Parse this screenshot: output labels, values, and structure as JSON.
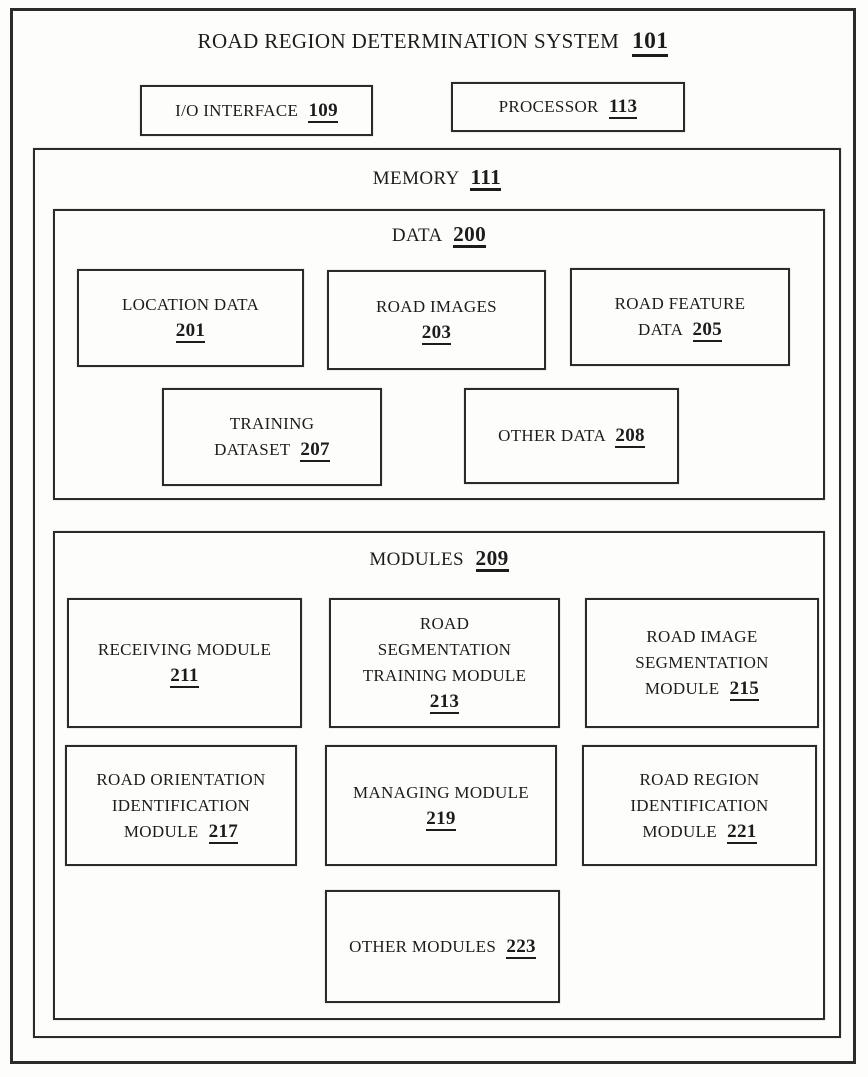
{
  "system": {
    "label": "ROAD REGION DETERMINATION SYSTEM",
    "ref": "101"
  },
  "io_interface": {
    "label": "I/O INTERFACE",
    "ref": "109"
  },
  "processor": {
    "label": "PROCESSOR",
    "ref": "113"
  },
  "memory": {
    "label": "MEMORY",
    "ref": "111"
  },
  "data_section": {
    "label": "DATA",
    "ref": "200",
    "items": [
      {
        "lines": [
          "LOCATION DATA"
        ],
        "ref": "201"
      },
      {
        "lines": [
          "ROAD IMAGES"
        ],
        "ref": "203"
      },
      {
        "lines": [
          "ROAD FEATURE",
          "DATA"
        ],
        "ref": "205"
      },
      {
        "lines": [
          "TRAINING",
          "DATASET"
        ],
        "ref": "207"
      },
      {
        "lines": [
          "OTHER DATA"
        ],
        "ref": "208"
      }
    ]
  },
  "modules_section": {
    "label": "MODULES",
    "ref": "209",
    "items": [
      {
        "lines": [
          "RECEIVING MODULE"
        ],
        "ref": "211"
      },
      {
        "lines": [
          "ROAD",
          "SEGMENTATION",
          "TRAINING MODULE"
        ],
        "ref": "213"
      },
      {
        "lines": [
          "ROAD IMAGE",
          "SEGMENTATION",
          "MODULE"
        ],
        "ref": "215"
      },
      {
        "lines": [
          "ROAD ORIENTATION",
          "IDENTIFICATION",
          "MODULE"
        ],
        "ref": "217"
      },
      {
        "lines": [
          "MANAGING MODULE"
        ],
        "ref": "219"
      },
      {
        "lines": [
          "ROAD REGION",
          "IDENTIFICATION",
          "MODULE"
        ],
        "ref": "221"
      },
      {
        "lines": [
          "OTHER MODULES"
        ],
        "ref": "223"
      }
    ]
  },
  "colors": {
    "line": "#2b2b2b",
    "text": "#1c1c1c",
    "paper": "#fdfdfc"
  }
}
